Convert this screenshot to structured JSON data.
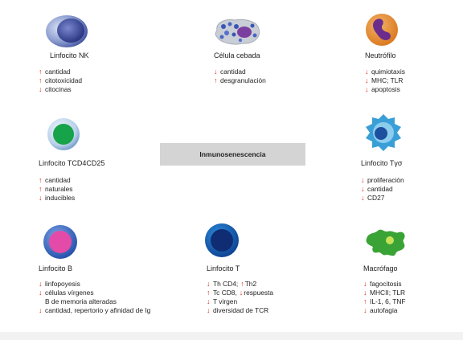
{
  "center_label": "Inmunosenescencia",
  "colors": {
    "up": "#e32d1c",
    "down": "#e32d1c"
  },
  "cells": {
    "nk": {
      "label": "Linfocito NK",
      "icon": "nk-cell-icon",
      "features": [
        {
          "arrow": "↑",
          "text": "cantidad"
        },
        {
          "arrow": "↑",
          "text": "citotoxicidad"
        },
        {
          "arrow": "↓",
          "text": "citocinas"
        }
      ]
    },
    "mast": {
      "label": "Célula cebada",
      "icon": "mast-cell-icon",
      "features": [
        {
          "arrow": "↓",
          "text": "cantidad"
        },
        {
          "arrow": "↑",
          "text": "desgranulación"
        }
      ]
    },
    "neutro": {
      "label": "Neutrófilo",
      "icon": "neutrophil-icon",
      "features": [
        {
          "arrow": "↓",
          "text": "quimiotaxis"
        },
        {
          "arrow": "↓",
          "text": "MHC; TLR"
        },
        {
          "arrow": "↓",
          "text": "apoptosis"
        }
      ]
    },
    "treg": {
      "label": "Linfocito TCD4CD25",
      "icon": "treg-cell-icon",
      "features": [
        {
          "arrow": "↑",
          "text": "cantidad"
        },
        {
          "arrow": "↑",
          "text": "naturales"
        },
        {
          "arrow": "↓",
          "text": "inducibles"
        }
      ]
    },
    "tgd": {
      "label": "Linfocito Tγσ",
      "icon": "gamma-delta-t-cell-icon",
      "features": [
        {
          "arrow": "↓",
          "text": "proliferación"
        },
        {
          "arrow": "↓",
          "text": "cantidad"
        },
        {
          "arrow": "↓",
          "text": "CD27"
        }
      ]
    },
    "b": {
      "label": "Linfocito B",
      "icon": "b-cell-icon",
      "features": [
        {
          "arrow": "↓",
          "text": "linfopoyesis"
        },
        {
          "arrow": "↓",
          "text": "células vírgenes"
        },
        {
          "arrow": "",
          "text": "B de memoria alteradas"
        },
        {
          "arrow": "↓",
          "text": "cantidad, repertorio y afinidad de Ig"
        }
      ]
    },
    "t": {
      "label": "Linfocito T",
      "icon": "t-cell-icon",
      "features": [
        {
          "arrow": "↓",
          "text": "Th CD4;",
          "arrow2": "↑",
          "text2": "Th2"
        },
        {
          "arrow": "↑",
          "text": "Tc CD8,",
          "arrow2": "↓",
          "text2": "respuesta"
        },
        {
          "arrow": "↓",
          "text": "T virgen"
        },
        {
          "arrow": "↓",
          "text": "diversidad de TCR"
        }
      ]
    },
    "macro": {
      "label": "Macrófago",
      "icon": "macrophage-icon",
      "features": [
        {
          "arrow": "↓",
          "text": "fagocitosis"
        },
        {
          "arrow": "↓",
          "text": "MHCII; TLR"
        },
        {
          "arrow": "↑",
          "text": "IL-1, 6, TNF"
        },
        {
          "arrow": "↓",
          "text": "autofagia"
        }
      ]
    }
  }
}
